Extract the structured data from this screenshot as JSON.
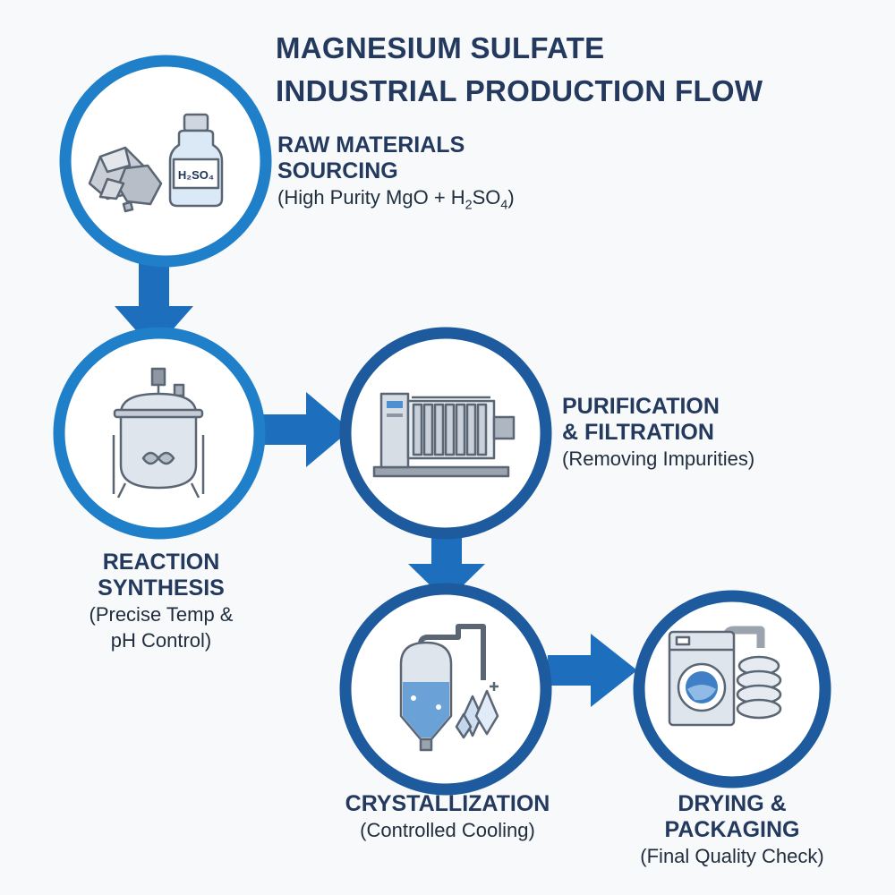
{
  "title": {
    "line1": "MAGNESIUM SULFATE",
    "line2": "INDUSTRIAL PRODUCTION FLOW"
  },
  "steps": [
    {
      "icon": "raw-materials-icon",
      "title1": "RAW MATERIALS",
      "title2": "SOURCING",
      "desc1_pre": "(High Purity MgO + H",
      "desc1_sub1": "2",
      "desc1_mid": "SO",
      "desc1_sub2": "4",
      "desc1_post": ")",
      "bottle_label": "H₂SO₄"
    },
    {
      "icon": "reactor-vessel-icon",
      "title1": "REACTION",
      "title2": "SYNTHESIS",
      "desc1": "(Precise Temp &",
      "desc2": "pH Control)"
    },
    {
      "icon": "filter-press-icon",
      "title1": "PURIFICATION",
      "title2": "& FILTRATION",
      "desc1": "(Removing Impurities)"
    },
    {
      "icon": "crystallizer-icon",
      "title1": "CRYSTALLIZATION",
      "desc1": "(Controlled Cooling)"
    },
    {
      "icon": "dryer-packaging-icon",
      "title1": "DRYING &",
      "title2": "PACKAGING",
      "desc1": "(Final Quality Check)"
    }
  ],
  "colors": {
    "ring_blue": "#1f7fc9",
    "ring_dark": "#1d5a9e",
    "arrow": "#1d6fbd",
    "title_text": "#23395d",
    "icon_fill": "#dfe5ec",
    "icon_stroke": "#5b6675"
  }
}
